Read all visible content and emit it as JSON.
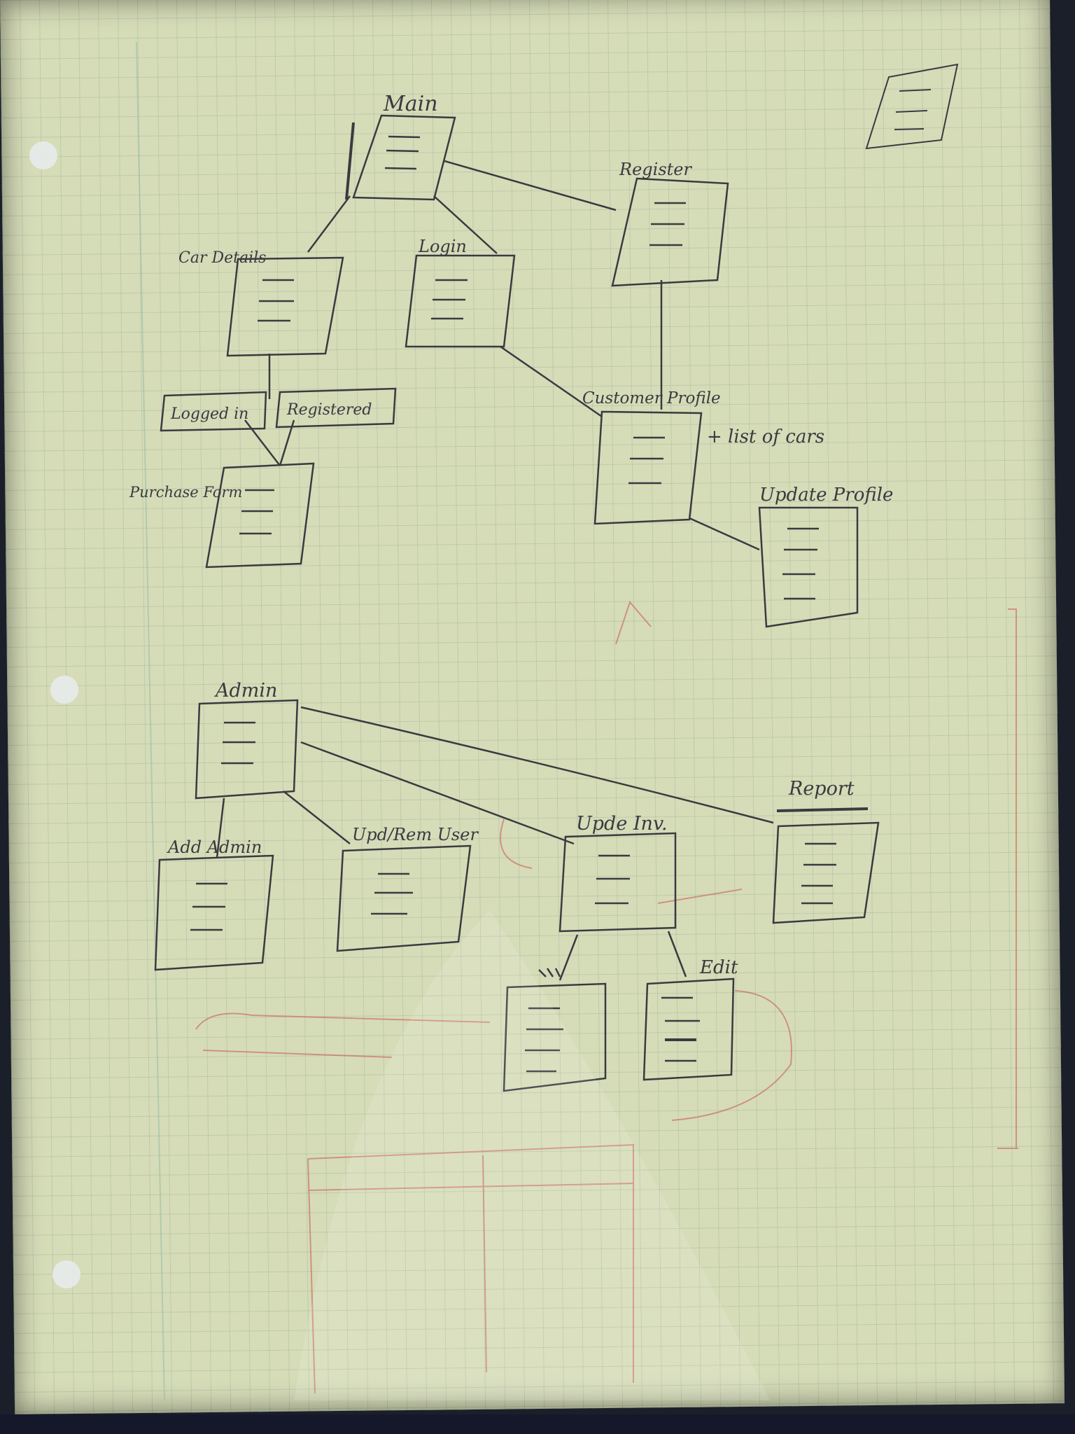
{
  "colors": {
    "paper": "#d6dcb8",
    "grid": "#88aa96",
    "ink": "#3a3a40",
    "red_ink": "#c8574f"
  },
  "nodes": {
    "main": "Main",
    "car_details": "Car Details",
    "login": "Login",
    "register": "Register",
    "customer_profile": "Customer Profile",
    "update_profile": "Update Profile",
    "purchase_form": "Purchase Form",
    "admin": "Admin",
    "add_admin": "Add Admin",
    "upd_rem_user": "Upd/Rem User",
    "upde_inv": "Upde Inv.",
    "report": "Report",
    "edit": "Edit"
  },
  "conditions": {
    "logged_in": "Logged in",
    "registered": "Registered"
  },
  "annotations": {
    "list_of_cars": "+ list of cars"
  }
}
